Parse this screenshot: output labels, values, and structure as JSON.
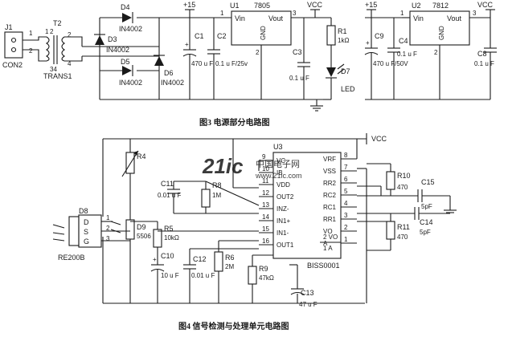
{
  "fig3": {
    "caption": "图3    电源部分电路图",
    "j1": {
      "ref": "J1",
      "name": "CON2",
      "pins": [
        "1",
        "2"
      ]
    },
    "t2": {
      "ref": "T2",
      "name": "TRANS1",
      "pins": [
        "1",
        "2",
        "3",
        "4"
      ],
      "pin_label": "34"
    },
    "diodes": [
      {
        "ref": "D4",
        "part": "IN4002"
      },
      {
        "ref": "D3",
        "part": "IN4002"
      },
      {
        "ref": "D5",
        "part": "IN4002"
      },
      {
        "ref": "D6",
        "part": "IN4002"
      }
    ],
    "rail_left": "+15",
    "c1": {
      "ref": "C1",
      "value": "470 u F"
    },
    "c2": {
      "ref": "C2",
      "value": "0.1 u F/25v"
    },
    "u1": {
      "ref": "U1",
      "part": "7805",
      "pin_vin": "Vin",
      "pin_vout": "Vout",
      "pin_gnd": "GND",
      "pins": [
        "1",
        "2",
        "3"
      ]
    },
    "vcc": "VCC",
    "c3": {
      "ref": "C3",
      "value": "0.1 u F"
    },
    "r1": {
      "ref": "R1",
      "value": "1kΩ"
    },
    "d7": {
      "ref": "D7",
      "name": "LED"
    },
    "right": {
      "rail": "+15",
      "c9": {
        "ref": "C9",
        "value": "470 u F/50V"
      },
      "c4": {
        "ref": "C4",
        "value": "0.1 u F"
      },
      "u2": {
        "ref": "U2",
        "part": "7812",
        "pin_vin": "Vin",
        "pin_vout": "Vout",
        "pin_gnd": "GND",
        "pins": [
          "1",
          "2",
          "3"
        ]
      },
      "vcc": "VCC",
      "c8": {
        "ref": "C8",
        "value": "0.1 u F"
      }
    }
  },
  "fig4": {
    "caption": "图4    信号检测与处理单元电路图",
    "vcc": "VCC",
    "u3": {
      "ref": "U3",
      "part": "BISS0001",
      "left_pins": [
        {
          "num": "9",
          "name": "VC"
        },
        {
          "num": "10",
          "name": "IB"
        },
        {
          "num": "11",
          "name": "VDD"
        },
        {
          "num": "12",
          "name": "OUT2"
        },
        {
          "num": "13",
          "name": "INZ-"
        },
        {
          "num": "14",
          "name": "IN1+"
        },
        {
          "num": "15",
          "name": "IN1-"
        },
        {
          "num": "16",
          "name": "OUT1"
        }
      ],
      "right_pins": [
        {
          "num": "8",
          "name": "VRF"
        },
        {
          "num": "7",
          "name": "VSS"
        },
        {
          "num": "6",
          "name": "RR2"
        },
        {
          "num": "5",
          "name": "RC2"
        },
        {
          "num": "4",
          "name": "RC1"
        },
        {
          "num": "3",
          "name": "RR1"
        },
        {
          "num": "2",
          "name": "VO"
        },
        {
          "num": "1",
          "name": "A"
        }
      ],
      "out_labels": [
        "2 VO",
        "1  A"
      ]
    },
    "r4": "R4",
    "c11": {
      "ref": "C11",
      "value": "0.01 u F"
    },
    "r8": {
      "ref": "R8",
      "value": "1M"
    },
    "d8": {
      "ref": "D8",
      "name": "RE200B",
      "pins": [
        {
          "name": "D",
          "num": "1"
        },
        {
          "name": "S",
          "num": "2"
        },
        {
          "name": "G",
          "num": "3"
        }
      ]
    },
    "d9": {
      "ref": "D9",
      "name": "5506"
    },
    "r5": {
      "ref": "R5",
      "value": "10kΩ"
    },
    "c10": {
      "ref": "C10",
      "value": "10 u F"
    },
    "c12": {
      "ref": "C12",
      "value": "0.01 u F"
    },
    "r6": {
      "ref": "R6",
      "value": "2M"
    },
    "r9": {
      "ref": "R9",
      "value": "47kΩ"
    },
    "c13": {
      "ref": "C13",
      "value": "47 u F"
    },
    "r10": {
      "ref": "R10",
      "value": "470"
    },
    "r11": {
      "ref": "R11",
      "value": "470"
    },
    "c15": {
      "ref": "C15",
      "value": "5pF"
    },
    "c14": {
      "ref": "C14",
      "value": "5pF"
    }
  },
  "watermark": {
    "logo": "21ic",
    "sub": "中国电子网",
    "url": "www.21ic.com",
    "color": "#e2362b"
  }
}
